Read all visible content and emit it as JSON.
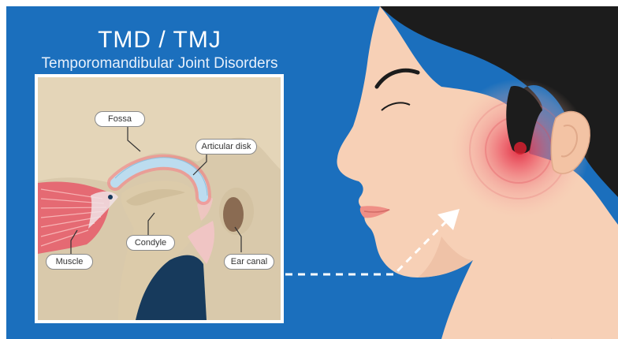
{
  "title": "TMD / TMJ",
  "subtitle": "Temporomandibular Joint Disorders",
  "labels": {
    "fossa": "Fossa",
    "articular_disk": "Articular disk",
    "condyle": "Condyle",
    "muscle": "Muscle",
    "ear_canal": "Ear canal"
  },
  "colors": {
    "background": "#1b6fbd",
    "panel_bone": "#d9c9ab",
    "disk": "#bcdcef",
    "muscle": "#e56a73",
    "skin": "#f7d0b6",
    "hair": "#1c1c1c",
    "pain": "#e2344a"
  }
}
